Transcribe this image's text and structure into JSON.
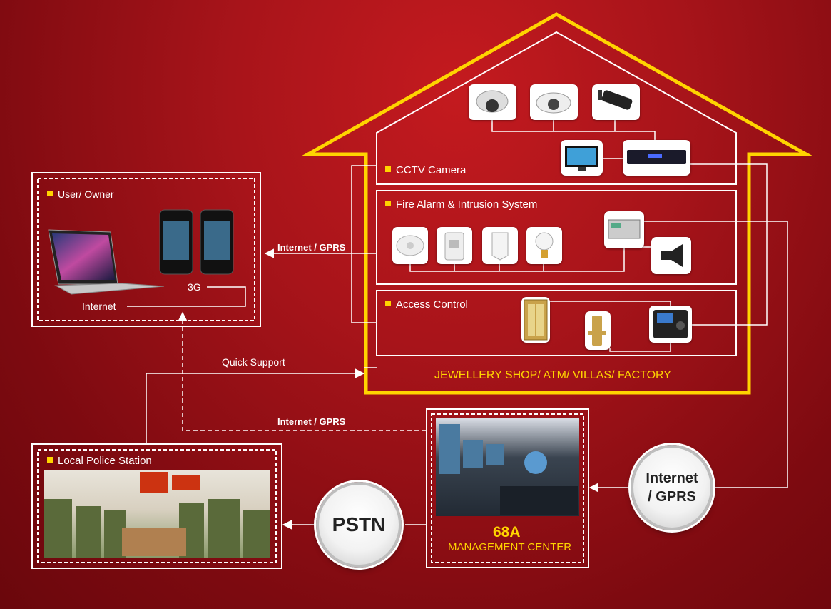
{
  "home": {
    "cctv_label": "CCTV Camera",
    "fire_label": "Fire Alarm & Intrusion System",
    "access_label": "Access Control",
    "footer": "JEWELLERY SHOP/ ATM/ VILLAS/ FACTORY"
  },
  "user_box": {
    "title": "User/ Owner",
    "label_3g": "3G",
    "label_internet": "Internet"
  },
  "links": {
    "internet_gprs_top": "Internet / GPRS",
    "internet_gprs_mid": "Internet / GPRS",
    "quick_support": "Quick Support"
  },
  "police_box": {
    "title": "Local Police Station"
  },
  "management": {
    "code": "68A",
    "name": "MANAGEMENT CENTER"
  },
  "pstn": {
    "label": "PSTN"
  },
  "internet_node": {
    "line1": "Internet",
    "line2": "/ GPRS"
  },
  "colors": {
    "accent_yellow": "#ffd400",
    "background_red": "#a8141a"
  }
}
